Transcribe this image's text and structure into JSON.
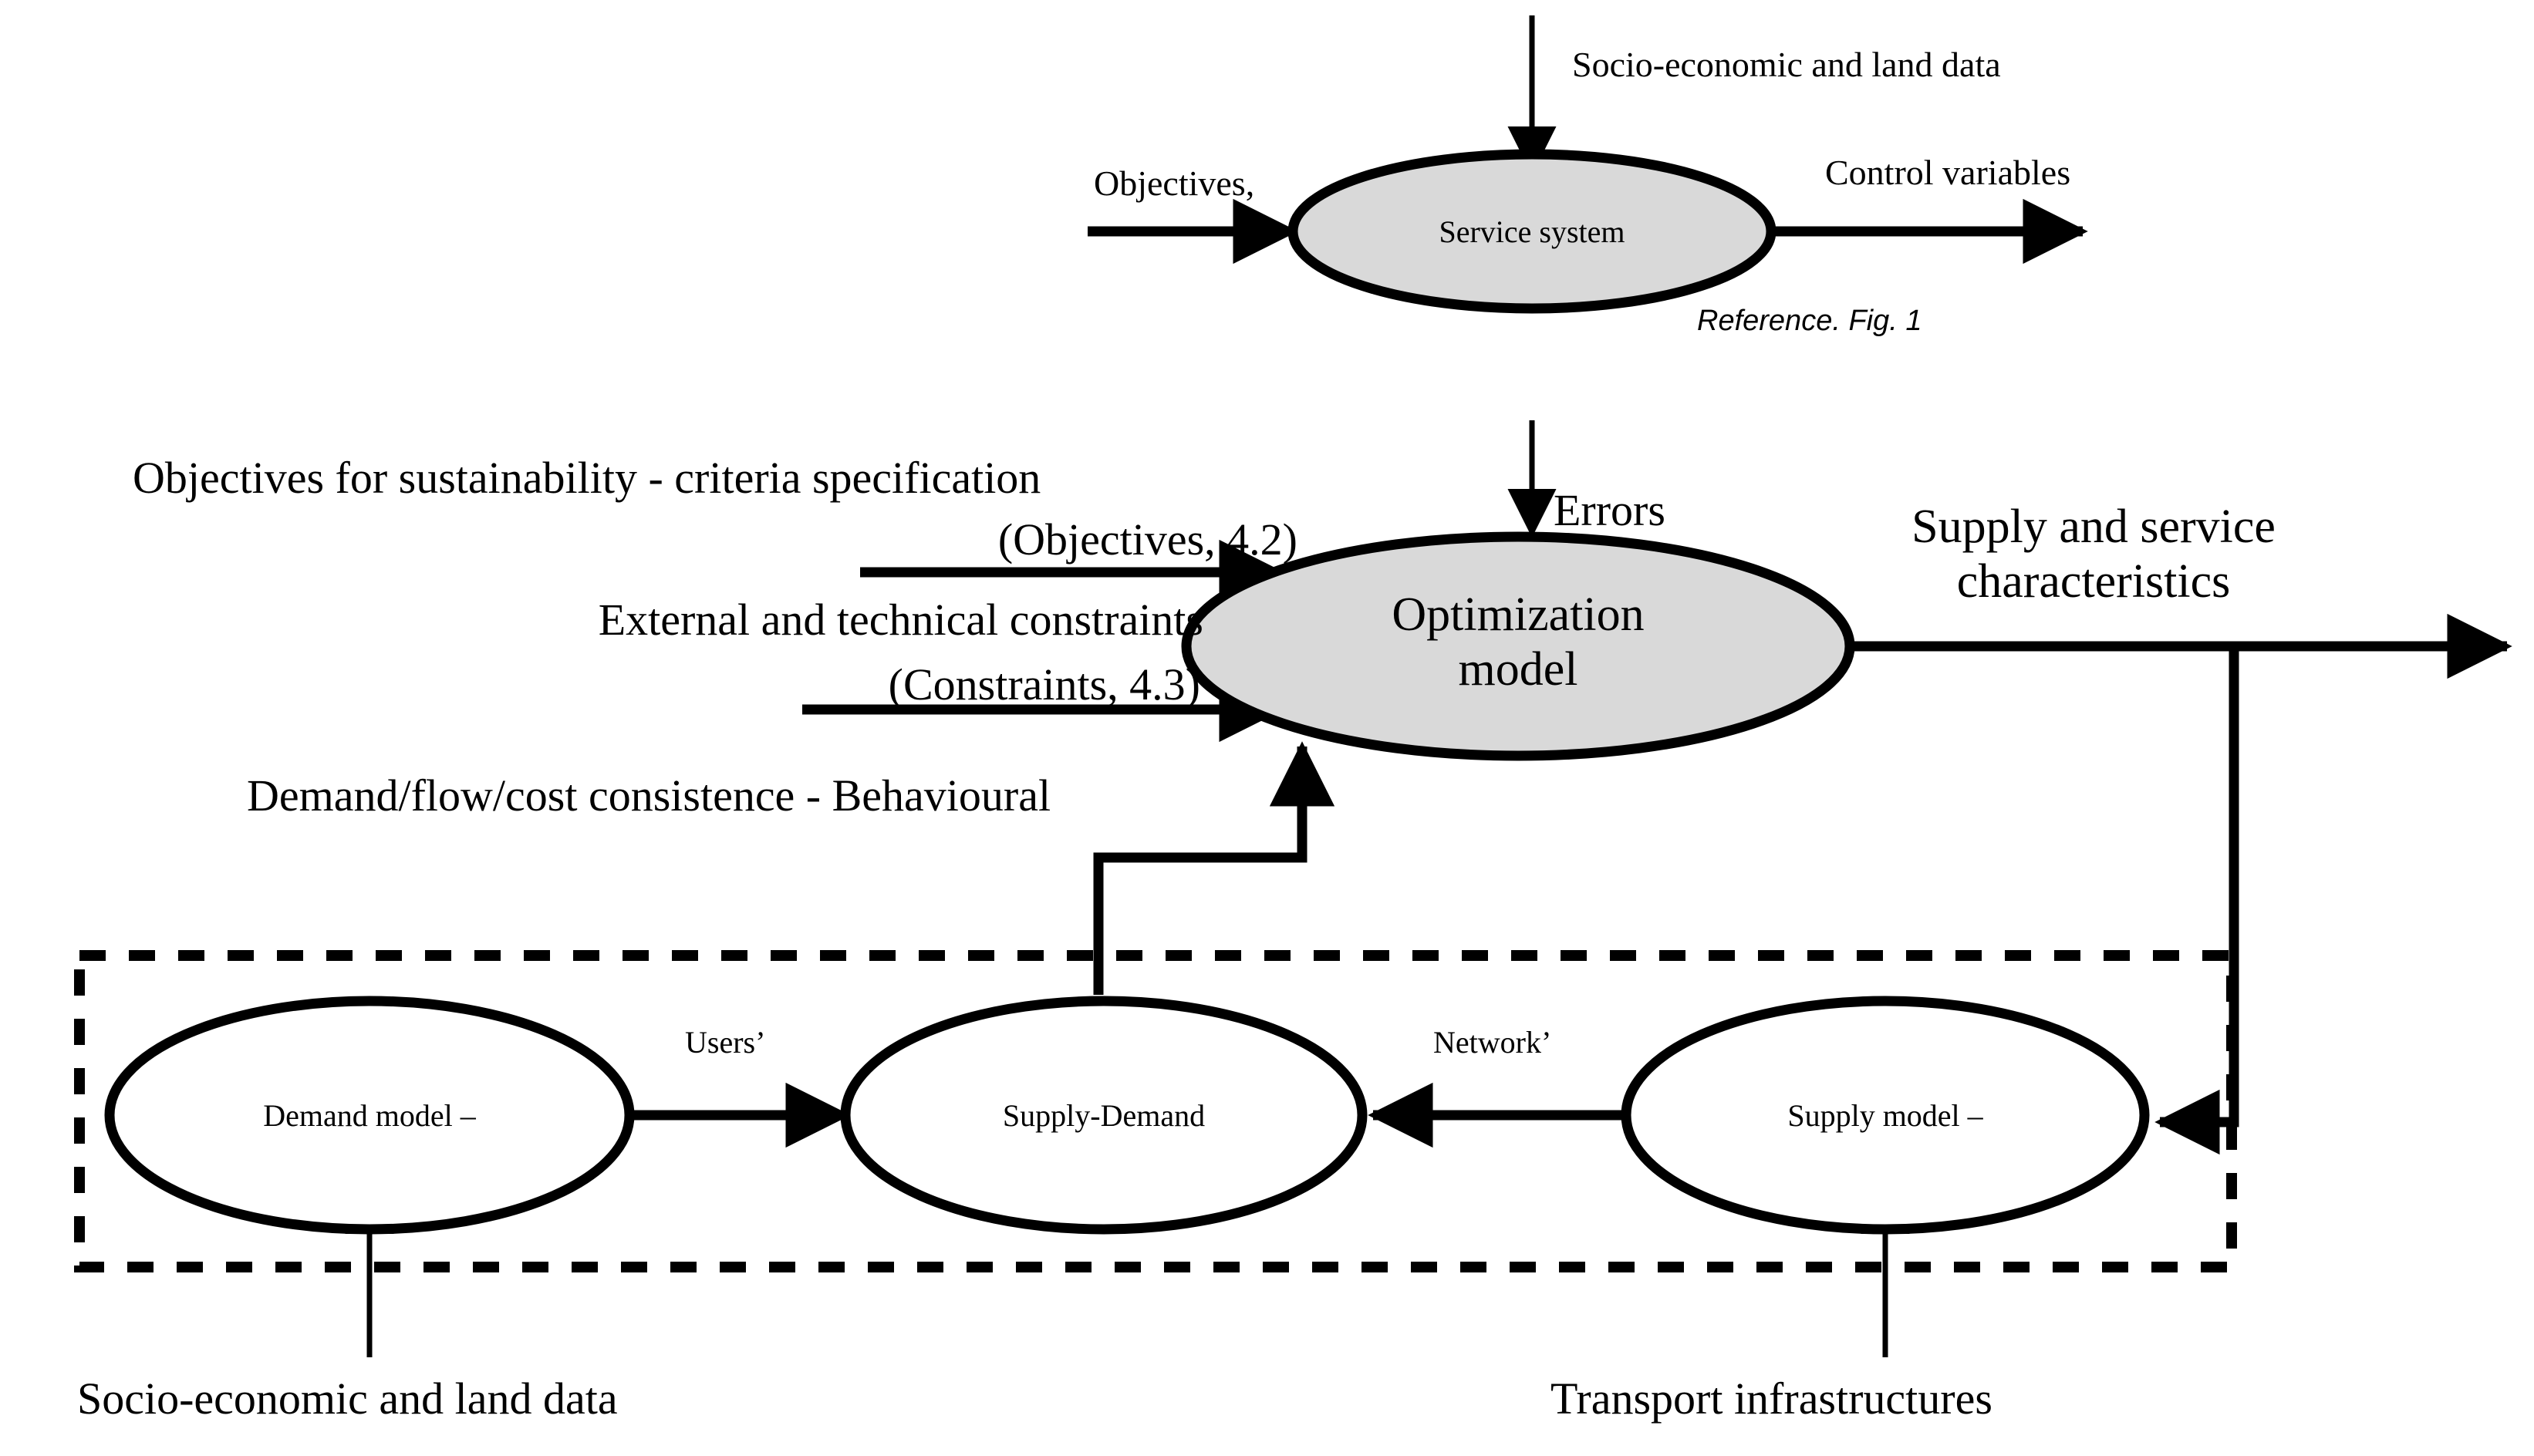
{
  "diagram": {
    "title_top_ref": "Reference. Fig. 1",
    "top_block": {
      "node_label": "Service system",
      "input_top": "Socio-economic and land data",
      "input_left": "Objectives,",
      "output_right": "Control variables"
    },
    "middle_block": {
      "node_label": "Optimization\nmodel",
      "input_top": "Errors",
      "input_1_line1": "Objectives for sustainability - criteria specification",
      "input_1_line2": "(Objectives, 4.2)",
      "input_2_line1": "External and technical constraints",
      "input_2_line2": "(Constraints, 4.3)",
      "input_3": "Demand/flow/cost consistence - Behavioural",
      "output_right": "Supply and service\ncharacteristics"
    },
    "bottom_block": {
      "demand_node": "Demand model –",
      "interaction_node": "Supply-Demand",
      "supply_node": "Supply model –",
      "edge_users": "Users’",
      "edge_network": "Network’",
      "input_left_bottom": "Socio-economic and land data",
      "input_right_bottom": "Transport infrastructures"
    }
  },
  "colors": {
    "shape_fill_shaded": "#d9d9d9",
    "shape_fill_plain": "#ffffff",
    "stroke": "#000000",
    "background": "#ffffff"
  }
}
